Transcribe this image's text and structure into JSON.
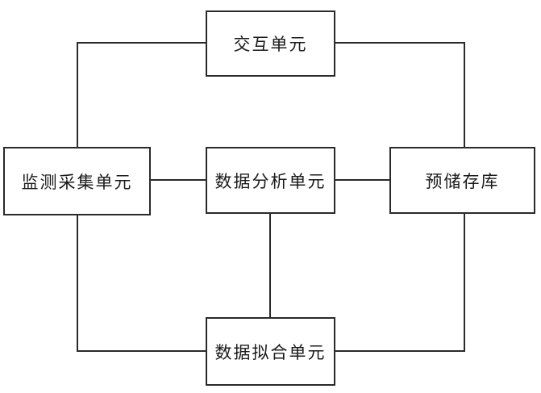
{
  "diagram": {
    "type": "block-diagram",
    "nodes": [
      {
        "id": "interaction-unit",
        "label": "交互单元"
      },
      {
        "id": "monitoring-collection-unit",
        "label": "监测采集单元"
      },
      {
        "id": "data-analysis-unit",
        "label": "数据分析单元"
      },
      {
        "id": "pre-storage-repository",
        "label": "预储存库"
      },
      {
        "id": "data-fitting-unit",
        "label": "数据拟合单元"
      }
    ],
    "edges": [
      {
        "from": "interaction-unit",
        "to": "monitoring-collection-unit",
        "style": "elbow"
      },
      {
        "from": "interaction-unit",
        "to": "pre-storage-repository",
        "style": "elbow"
      },
      {
        "from": "monitoring-collection-unit",
        "to": "data-analysis-unit",
        "style": "straight"
      },
      {
        "from": "data-analysis-unit",
        "to": "pre-storage-repository",
        "style": "straight"
      },
      {
        "from": "data-analysis-unit",
        "to": "data-fitting-unit",
        "style": "straight"
      },
      {
        "from": "monitoring-collection-unit",
        "to": "data-fitting-unit",
        "style": "elbow"
      },
      {
        "from": "pre-storage-repository",
        "to": "data-fitting-unit",
        "style": "elbow"
      }
    ],
    "colors": {
      "background": "#ffffff",
      "box_fill": "#ffffff",
      "stroke": "#2a2a2a",
      "text": "#1a1a1a"
    }
  }
}
